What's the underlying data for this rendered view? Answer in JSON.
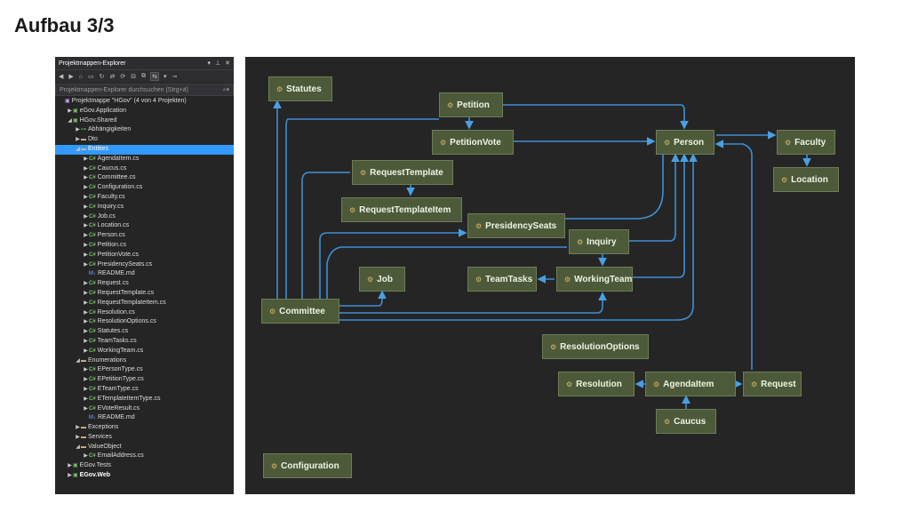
{
  "slide": {
    "title": "Aufbau 3/3"
  },
  "solution_explorer": {
    "title": "Projektmappen-Explorer",
    "search_placeholder": "Projektmappen-Explorer durchsuchen (Strg+ä)",
    "tree": [
      {
        "label": "Projektmappe \"HGov\" (4 von 4 Projekten)",
        "icon": "solution-icon",
        "depth": 0,
        "arrow": ""
      },
      {
        "label": "eGov.Application",
        "icon": "project-icon",
        "depth": 1,
        "arrow": "▶"
      },
      {
        "label": "HGov.Shared",
        "icon": "project-icon",
        "depth": 1,
        "arrow": "◢"
      },
      {
        "label": "Abhängigkeiten",
        "icon": "dependencies-icon",
        "depth": 2,
        "arrow": "▶"
      },
      {
        "label": "Dto",
        "icon": "folder-icon",
        "depth": 2,
        "arrow": "▶"
      },
      {
        "label": "Entities",
        "icon": "folder-icon",
        "depth": 2,
        "arrow": "◢",
        "selected": true
      },
      {
        "label": "AgendaItem.cs",
        "icon": "cs-file-icon",
        "depth": 3,
        "arrow": "▶"
      },
      {
        "label": "Caucus.cs",
        "icon": "cs-file-icon",
        "depth": 3,
        "arrow": "▶"
      },
      {
        "label": "Committee.cs",
        "icon": "cs-file-icon",
        "depth": 3,
        "arrow": "▶"
      },
      {
        "label": "Configuration.cs",
        "icon": "cs-file-icon",
        "depth": 3,
        "arrow": "▶"
      },
      {
        "label": "Faculty.cs",
        "icon": "cs-file-icon",
        "depth": 3,
        "arrow": "▶"
      },
      {
        "label": "Inquiry.cs",
        "icon": "cs-file-icon",
        "depth": 3,
        "arrow": "▶"
      },
      {
        "label": "Job.cs",
        "icon": "cs-file-icon",
        "depth": 3,
        "arrow": "▶"
      },
      {
        "label": "Location.cs",
        "icon": "cs-file-icon",
        "depth": 3,
        "arrow": "▶"
      },
      {
        "label": "Person.cs",
        "icon": "cs-file-icon",
        "depth": 3,
        "arrow": "▶"
      },
      {
        "label": "Petition.cs",
        "icon": "cs-file-icon",
        "depth": 3,
        "arrow": "▶"
      },
      {
        "label": "PetitionVote.cs",
        "icon": "cs-file-icon",
        "depth": 3,
        "arrow": "▶"
      },
      {
        "label": "PresidencySeats.cs",
        "icon": "cs-file-icon",
        "depth": 3,
        "arrow": "▶"
      },
      {
        "label": "README.md",
        "icon": "markdown-icon",
        "depth": 3,
        "arrow": ""
      },
      {
        "label": "Request.cs",
        "icon": "cs-file-icon",
        "depth": 3,
        "arrow": "▶"
      },
      {
        "label": "RequestTemplate.cs",
        "icon": "cs-file-icon",
        "depth": 3,
        "arrow": "▶"
      },
      {
        "label": "RequestTemplateItem.cs",
        "icon": "cs-file-icon",
        "depth": 3,
        "arrow": "▶"
      },
      {
        "label": "Resolution.cs",
        "icon": "cs-file-icon",
        "depth": 3,
        "arrow": "▶"
      },
      {
        "label": "ResolutionOptions.cs",
        "icon": "cs-file-icon",
        "depth": 3,
        "arrow": "▶"
      },
      {
        "label": "Statutes.cs",
        "icon": "cs-file-icon",
        "depth": 3,
        "arrow": "▶"
      },
      {
        "label": "TeamTasks.cs",
        "icon": "cs-file-icon",
        "depth": 3,
        "arrow": "▶"
      },
      {
        "label": "WorkingTeam.cs",
        "icon": "cs-file-icon",
        "depth": 3,
        "arrow": "▶"
      },
      {
        "label": "Enumerations",
        "icon": "folder-icon",
        "depth": 2,
        "arrow": "◢"
      },
      {
        "label": "EPersonType.cs",
        "icon": "cs-file-icon",
        "depth": 3,
        "arrow": "▶"
      },
      {
        "label": "EPetitionType.cs",
        "icon": "cs-file-icon",
        "depth": 3,
        "arrow": "▶"
      },
      {
        "label": "ETeamType.cs",
        "icon": "cs-file-icon",
        "depth": 3,
        "arrow": "▶"
      },
      {
        "label": "ETemplateItemType.cs",
        "icon": "cs-file-icon",
        "depth": 3,
        "arrow": "▶"
      },
      {
        "label": "EVoteResult.cs",
        "icon": "cs-file-icon",
        "depth": 3,
        "arrow": "▶"
      },
      {
        "label": "README.md",
        "icon": "markdown-icon",
        "depth": 3,
        "arrow": ""
      },
      {
        "label": "Exceptions",
        "icon": "folder-icon",
        "depth": 2,
        "arrow": "▶"
      },
      {
        "label": "Services",
        "icon": "folder-icon",
        "depth": 2,
        "arrow": "▶"
      },
      {
        "label": "ValueObject",
        "icon": "folder-icon",
        "depth": 2,
        "arrow": "◢"
      },
      {
        "label": "EmailAddress.cs",
        "icon": "cs-file-icon",
        "depth": 3,
        "arrow": "▶"
      },
      {
        "label": "EGov.Tests",
        "icon": "project-icon",
        "depth": 1,
        "arrow": "▶"
      },
      {
        "label": "EGov.Web",
        "icon": "project-icon",
        "depth": 1,
        "arrow": "▶",
        "bold": true
      }
    ]
  },
  "diagram": {
    "nodes": [
      {
        "id": "statutes",
        "label": "Statutes"
      },
      {
        "id": "petition",
        "label": "Petition"
      },
      {
        "id": "petitionvote",
        "label": "PetitionVote"
      },
      {
        "id": "person",
        "label": "Person"
      },
      {
        "id": "faculty",
        "label": "Faculty"
      },
      {
        "id": "location",
        "label": "Location"
      },
      {
        "id": "requesttemplate",
        "label": "RequestTemplate"
      },
      {
        "id": "requesttemplateitem",
        "label": "RequestTemplateItem"
      },
      {
        "id": "presidencyseats",
        "label": "PresidencySeats"
      },
      {
        "id": "inquiry",
        "label": "Inquiry"
      },
      {
        "id": "job",
        "label": "Job"
      },
      {
        "id": "teamtasks",
        "label": "TeamTasks"
      },
      {
        "id": "workingteam",
        "label": "WorkingTeam"
      },
      {
        "id": "committee",
        "label": "Committee"
      },
      {
        "id": "resolutionoptions",
        "label": "ResolutionOptions"
      },
      {
        "id": "resolution",
        "label": "Resolution"
      },
      {
        "id": "agendaitem",
        "label": "AgendaItem"
      },
      {
        "id": "request",
        "label": "Request"
      },
      {
        "id": "caucus",
        "label": "Caucus"
      },
      {
        "id": "configuration",
        "label": "Configuration"
      }
    ]
  }
}
